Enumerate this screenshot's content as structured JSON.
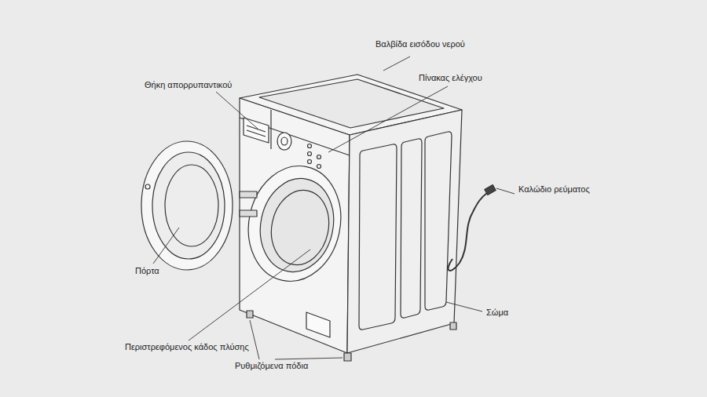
{
  "diagram": {
    "labels": [
      "Βαλβίδα εισόδου νερού",
      "Πίνακας ελέγχου",
      "Θήκη απορρυπαντικού",
      "Καλώδιο ρεύματος",
      "Πόρτα",
      "Σώμα",
      "Περιστρεφόμενος κάδος πλύσης",
      "Ρυθμιζόμενα πόδια"
    ]
  }
}
